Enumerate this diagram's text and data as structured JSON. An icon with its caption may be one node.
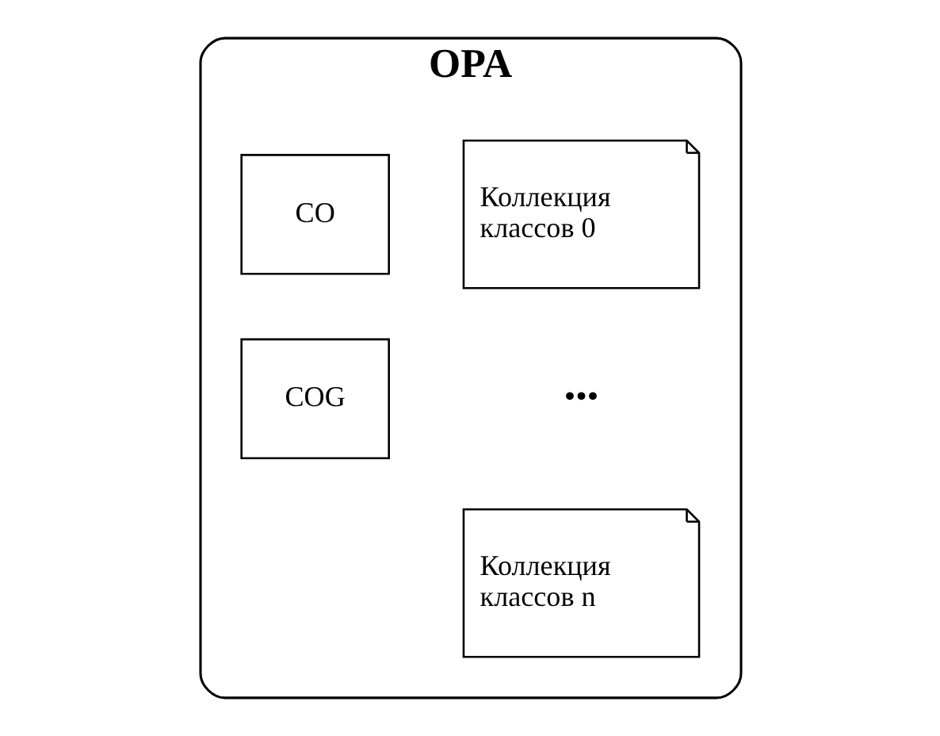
{
  "diagram": {
    "nodes": [
      {
        "text": [
          "OPA"
        ]
      },
      {
        "text": [
          "Коллекция классов 0"
        ],
        "in": 0
      },
      {
        "text": [
          "Коллекция классов n"
        ],
        "in": 0
      },
      {
        "text": [
          "CO"
        ],
        "in": 0
      },
      {
        "text": [
          "COG"
        ],
        "in": 0
      }
    ],
    "edges": [],
    "labels": [
      "•••"
    ]
  }
}
